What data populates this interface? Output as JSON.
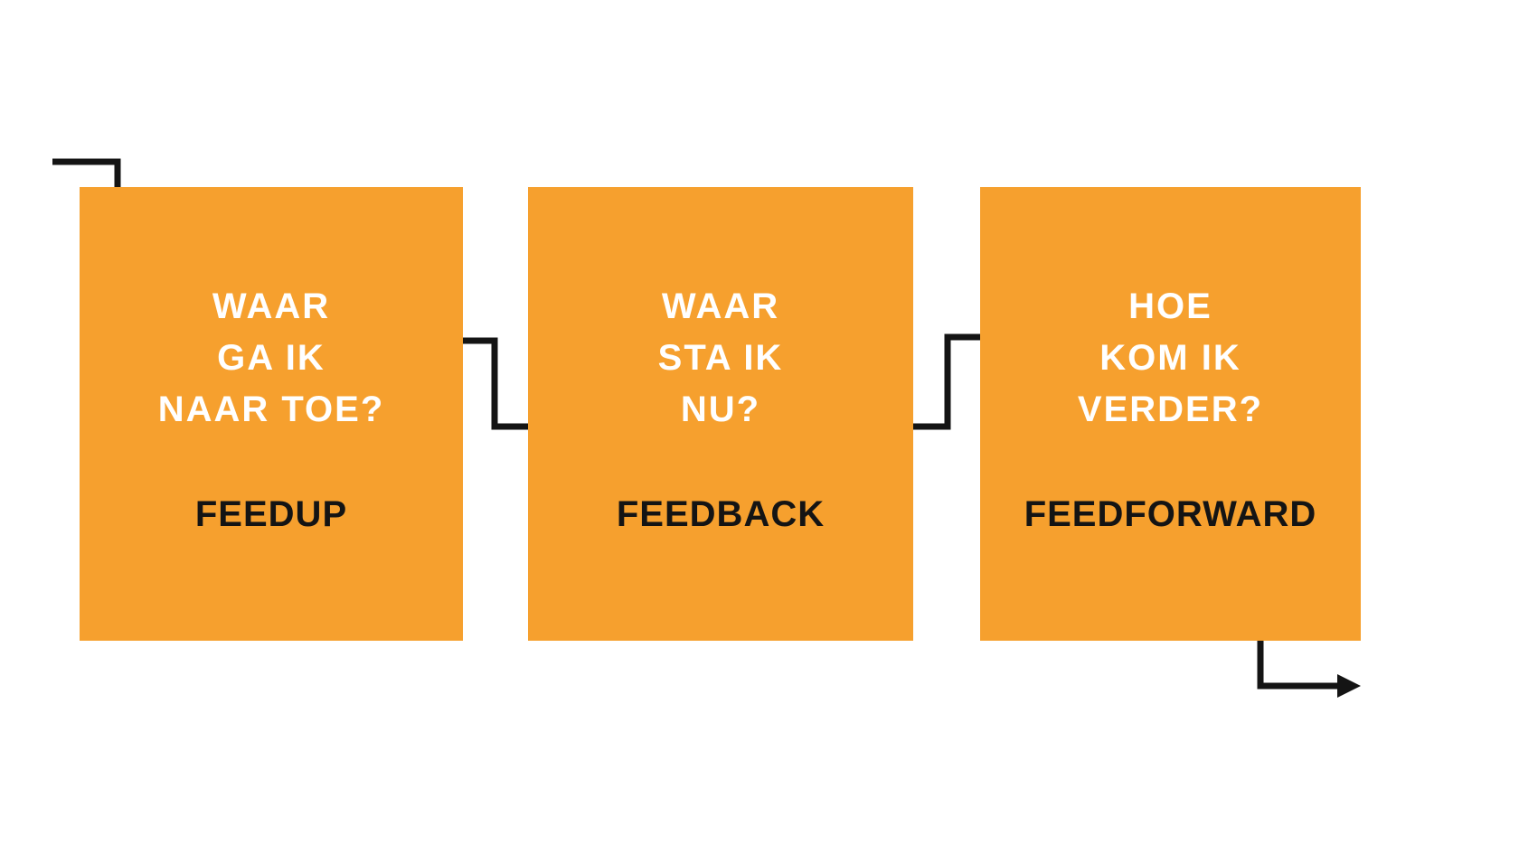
{
  "diagram": {
    "colors": {
      "background": "#ffffff",
      "box": "#f6a02e",
      "ink": "#141414",
      "question_text": "#ffffff"
    },
    "arrow_icons": [
      "entry-arrow-icon",
      "feedup-to-feedback-arrow-icon",
      "feedback-to-feedforward-arrow-icon",
      "exit-arrow-icon"
    ],
    "boxes": [
      {
        "question_lines": [
          "WAAR",
          "GA IK",
          "NAAR TOE?"
        ],
        "label": "FEEDUP"
      },
      {
        "question_lines": [
          "WAAR",
          "STA IK",
          "NU?"
        ],
        "label": "FEEDBACK"
      },
      {
        "question_lines": [
          "HOE",
          "KOM IK",
          "VERDER?"
        ],
        "label": "FEEDFORWARD"
      }
    ]
  }
}
